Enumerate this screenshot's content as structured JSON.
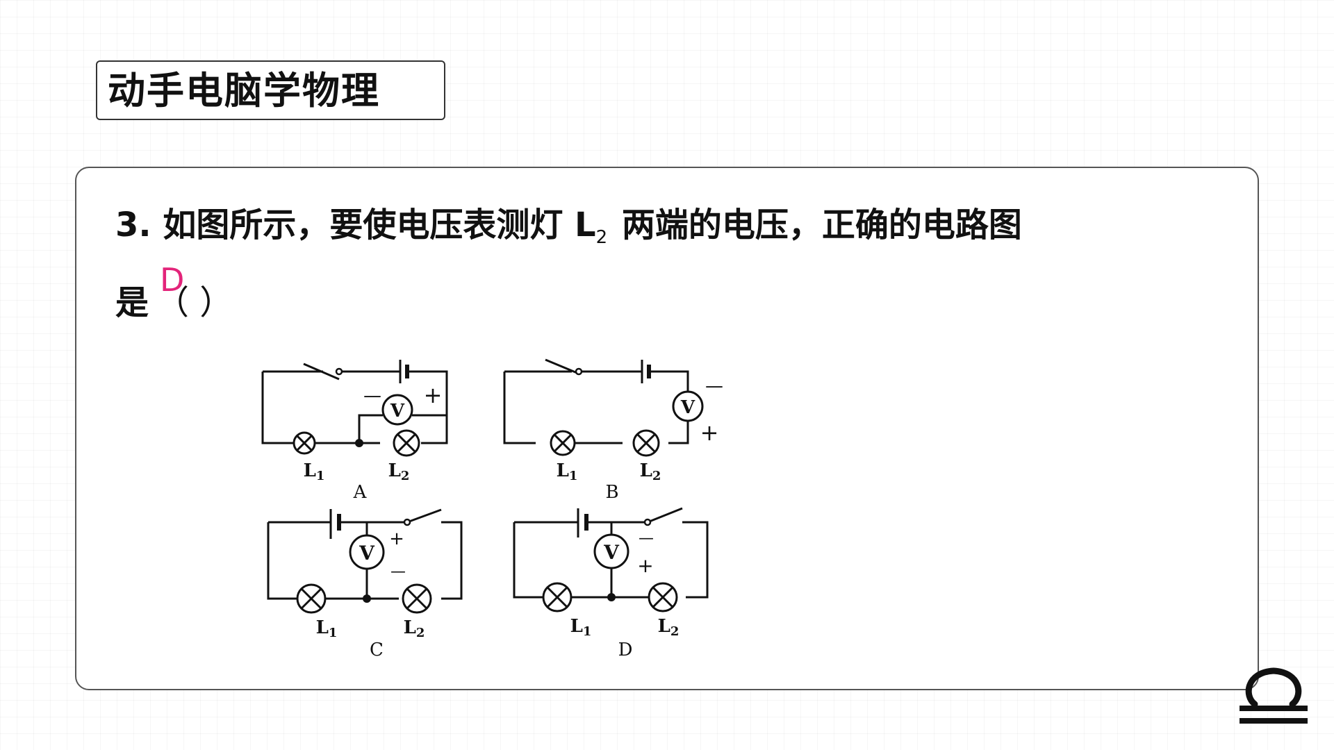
{
  "header": {
    "title": "动手电脑学物理"
  },
  "question": {
    "prefix": "3. 如图所示，要使电压表测灯 L",
    "subscript": "2",
    "suffix": " 两端的电压，正确的电路图",
    "line2": "是",
    "blank": "（    ）",
    "answer": "D"
  },
  "diagrams": [
    {
      "label": "A",
      "lamp1": "L",
      "lamp1_sub": "1",
      "lamp2": "L",
      "lamp2_sub": "2",
      "meter": "V",
      "plus": "+",
      "minus": "—"
    },
    {
      "label": "B",
      "lamp1": "L",
      "lamp1_sub": "1",
      "lamp2": "L",
      "lamp2_sub": "2",
      "meter": "V",
      "plus": "+",
      "minus": "—"
    },
    {
      "label": "C",
      "lamp1": "L",
      "lamp1_sub": "1",
      "lamp2": "L",
      "lamp2_sub": "2",
      "meter": "V",
      "plus": "+",
      "minus": "—"
    },
    {
      "label": "D",
      "lamp1": "L",
      "lamp1_sub": "1",
      "lamp2": "L",
      "lamp2_sub": "2",
      "meter": "V",
      "plus": "+",
      "minus": "—"
    }
  ],
  "icons": {
    "corner": "omega-icon"
  },
  "colors": {
    "answer": "#e3247a",
    "ink": "#111111"
  }
}
